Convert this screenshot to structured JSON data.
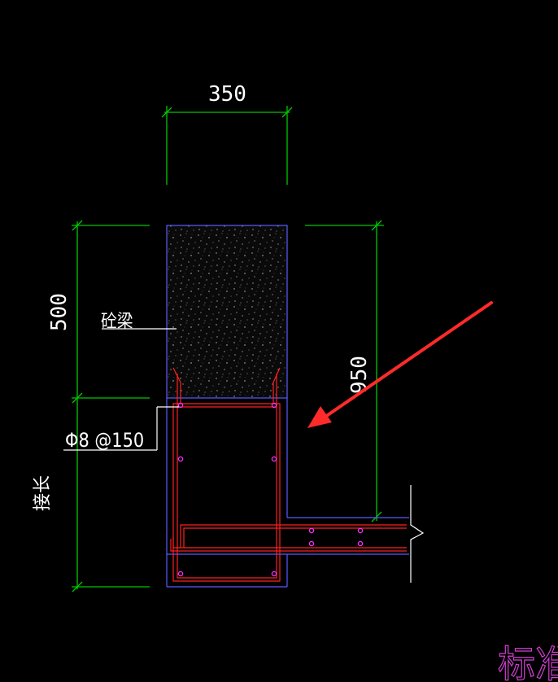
{
  "drawing": {
    "dim_width": "350",
    "dim_beam_height": "500",
    "dim_total_height": "950",
    "label_beam": "砼梁",
    "label_stirrup": "Φ8 @150",
    "label_extend": "接长",
    "label_corner": "标准"
  },
  "colors": {
    "background": "#000000",
    "dimension": "#00c800",
    "outline": "#5a5aff",
    "rebar": "#ff2020",
    "dots": "#ff30ff",
    "arrow": "#ff2a2a",
    "corner_text": "#d040d0"
  }
}
